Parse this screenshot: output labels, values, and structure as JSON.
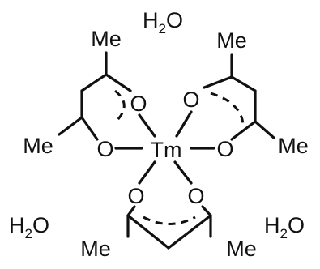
{
  "molecule": {
    "metal": "Tm",
    "oxygen": "O",
    "methyl": "Me",
    "water": {
      "h": "H",
      "sub": "2",
      "o": "O"
    }
  }
}
